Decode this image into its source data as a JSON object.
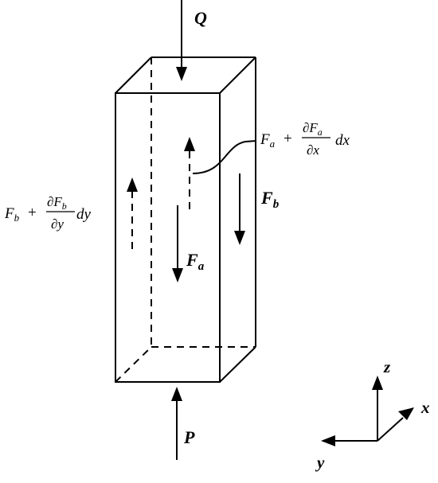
{
  "labels": {
    "Q": "Q",
    "P": "P",
    "Fa": "F",
    "Fa_sub": "a",
    "Fb": "F",
    "Fb_sub": "b",
    "x": "x",
    "y": "y",
    "z": "z"
  },
  "equations": {
    "fa_increment": {
      "lead": "F",
      "lead_sub": "a",
      "plus": "+",
      "numerator": "∂F",
      "numerator_sub": "a",
      "denominator": "∂x",
      "differential": "dx"
    },
    "fb_increment": {
      "lead": "F",
      "lead_sub": "b",
      "plus": "+",
      "numerator": "∂F",
      "numerator_sub": "b",
      "denominator": "∂y",
      "differential": "dy"
    }
  }
}
